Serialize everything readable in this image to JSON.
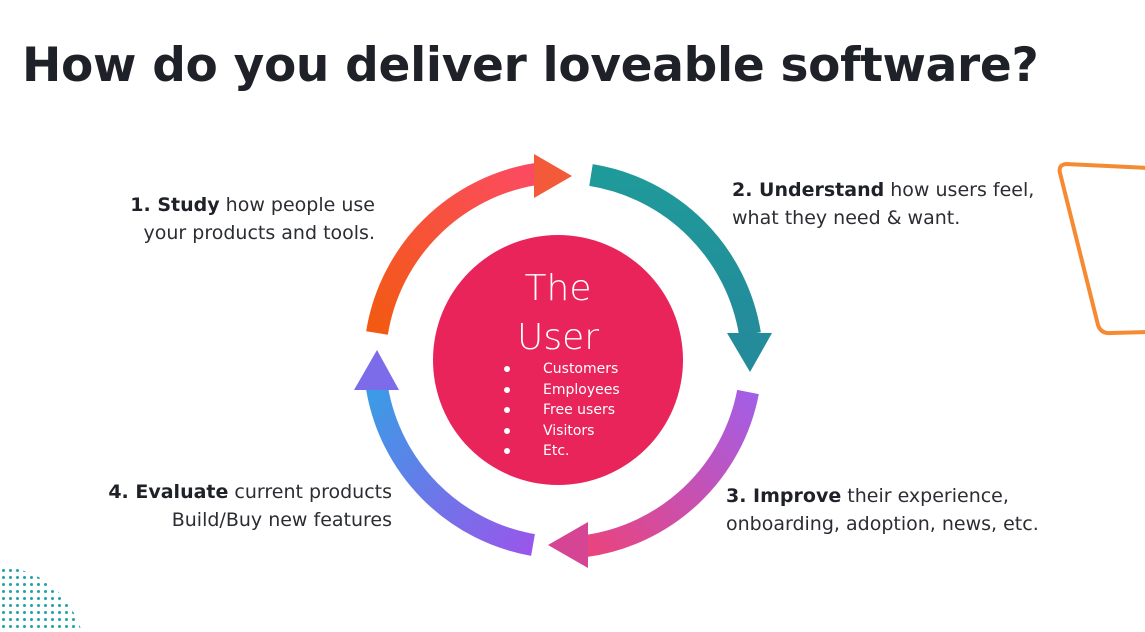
{
  "title": "How do you deliver loveable software?",
  "center": {
    "title_line1": "The",
    "title_line2": "User",
    "items": [
      "Customers",
      "Employees",
      "Free users",
      "Visitors",
      "Etc."
    ]
  },
  "steps": [
    {
      "bold": "1. Study",
      "rest": " how people use",
      "line2": "your products and tools."
    },
    {
      "bold": "2. Understand",
      "rest": " how users feel,",
      "line2": "what they need & want."
    },
    {
      "bold": "3. Improve",
      "rest": " their experience,",
      "line2": "onboarding, adoption, news, etc."
    },
    {
      "bold": "4. Evaluate",
      "rest": " current products",
      "line2": "Build/Buy new features"
    }
  ],
  "colors": {
    "center_fill": "#e8245a",
    "arrow_1": [
      "#f25a12",
      "#fb4b62"
    ],
    "arrow_2": [
      "#1f9a9a",
      "#248b9b"
    ],
    "arrow_3": [
      "#a35ee6",
      "#e9447e"
    ],
    "arrow_4": [
      "#9857ea",
      "#3b9be6"
    ],
    "decor_outline": "#f58a32",
    "decor_dots": "#1fa3a4"
  }
}
